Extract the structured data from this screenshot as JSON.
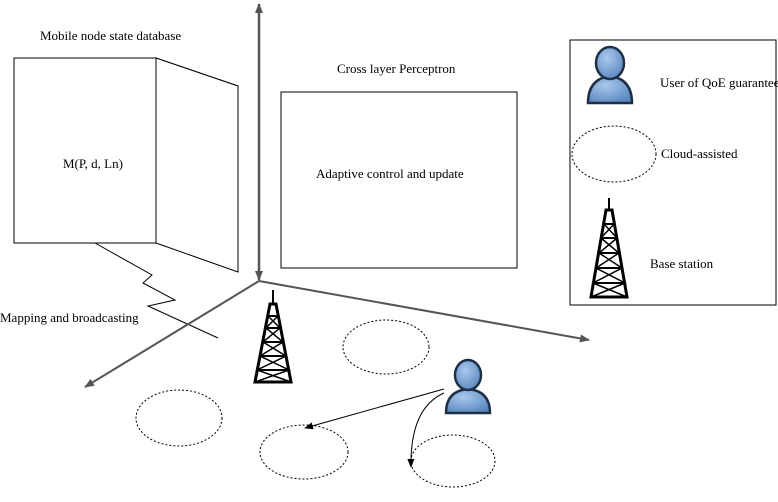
{
  "database": {
    "title": "Mobile node state database",
    "formula": "M(P, d, Ln)"
  },
  "perceptron": {
    "title": "Cross layer Perceptron",
    "label": "Adaptive control and update"
  },
  "mapping_label": "Mapping and broadcasting",
  "legend": {
    "items": [
      {
        "icon": "user-icon",
        "label": "User of QoE guarantee"
      },
      {
        "icon": "cloud-icon",
        "label": "Cloud-assisted"
      },
      {
        "icon": "base-station-tower-icon",
        "label": "Base station"
      }
    ]
  },
  "colors": {
    "user_fill": "#6f9ccf",
    "user_stroke": "#1f2f45",
    "arrow": "#555555",
    "line": "#000000"
  }
}
